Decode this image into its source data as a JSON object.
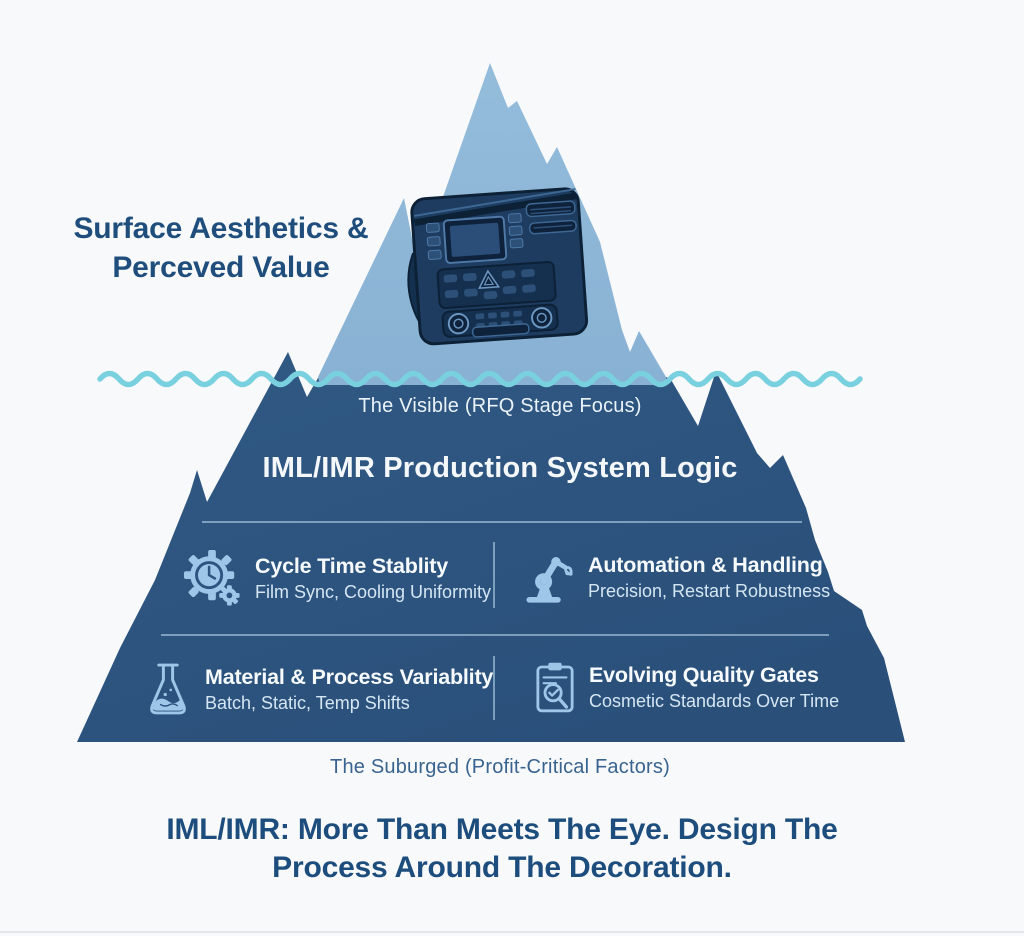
{
  "colors": {
    "background": "#f7f9fa",
    "iceberg_above_water": "#8db6d7",
    "iceberg_below_water": "#2d5480",
    "waterline": "#79d0de",
    "heading_text": "#1d4d7d",
    "light_text": "#f4f8fb",
    "sub_text": "#d5e6f3",
    "submerged_caption_text": "#3a6490",
    "icon_blue": "#9dc6e8"
  },
  "above_water": {
    "label_line1": "Surface Aesthetics &",
    "label_line2": "Perceved Value",
    "illustration": "car-dashboard",
    "zone_caption": "The Visible (RFQ Stage Focus)"
  },
  "below_water": {
    "title": "IML/IMR Production System Logic",
    "quadrants": [
      {
        "icon": "gear-clock-icon",
        "title": "Cycle Time Stablity",
        "subtitle": "Film Sync, Cooling Uniformity"
      },
      {
        "icon": "robot-arm-icon",
        "title": "Automation & Handling",
        "subtitle": "Precision, Restart Robustness"
      },
      {
        "icon": "flask-icon",
        "title": "Material & Process Variablity",
        "subtitle": "Batch, Static, Temp Shifts"
      },
      {
        "icon": "clipboard-check-icon",
        "title": "Evolving Quality Gates",
        "subtitle": "Cosmetic Standards Over Time"
      }
    ],
    "zone_caption": "The Suburged (Profit-Critical Factors)"
  },
  "footer": {
    "headline_line1": "IML/IMR: More Than Meets The Eye. Design The",
    "headline_line2": "Process Around The Decoration."
  }
}
